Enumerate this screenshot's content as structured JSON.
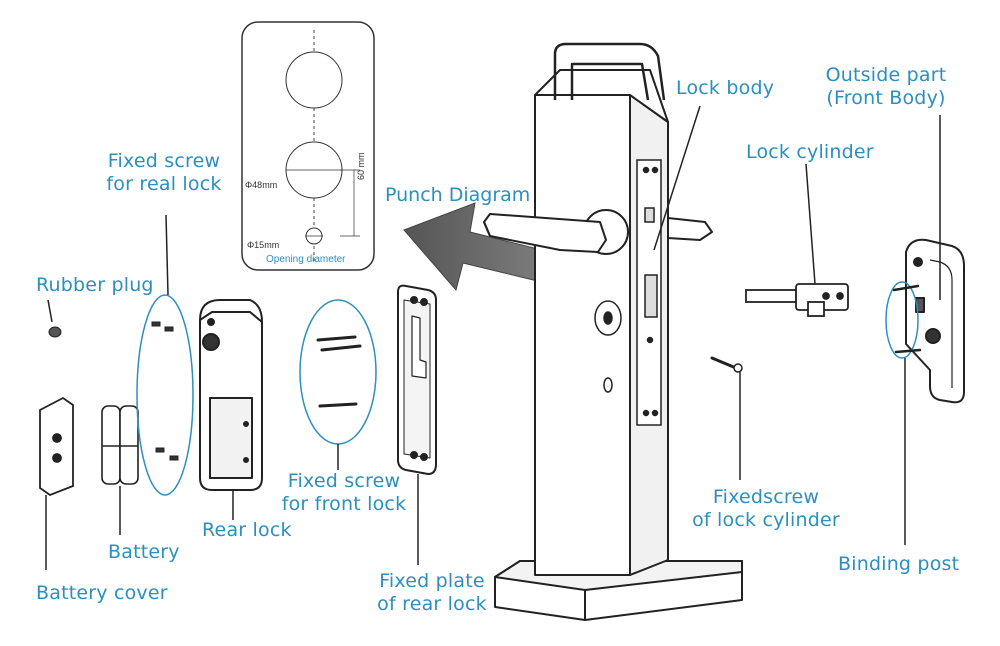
{
  "labels": {
    "fixed_screw_real_1": "Fixed screw",
    "fixed_screw_real_2": "for real lock",
    "rubber_plug": "Rubber plug",
    "battery_cover": "Battery cover",
    "battery": "Battery",
    "rear_lock": "Rear lock",
    "fixed_screw_front_1": "Fixed screw",
    "fixed_screw_front_2": "for front lock",
    "fixed_plate_1": "Fixed plate",
    "fixed_plate_2": "of rear lock",
    "punch_diagram": "Punch Diagram",
    "lock_body": "Lock body",
    "lock_cylinder": "Lock cylinder",
    "outside_part_1": "Outside part",
    "outside_part_2": "(Front Body)",
    "fixedscrew_cyl_1": "Fixedscrew",
    "fixedscrew_cyl_2": "of lock cylinder",
    "binding_post": "Binding post"
  },
  "punch_card": {
    "phi48": "Φ48mm",
    "phi15": "Φ15mm",
    "dim60": "60 mm",
    "caption": "Opening diameter"
  },
  "colors": {
    "label": "#2b8fc0",
    "line": "#222222"
  }
}
